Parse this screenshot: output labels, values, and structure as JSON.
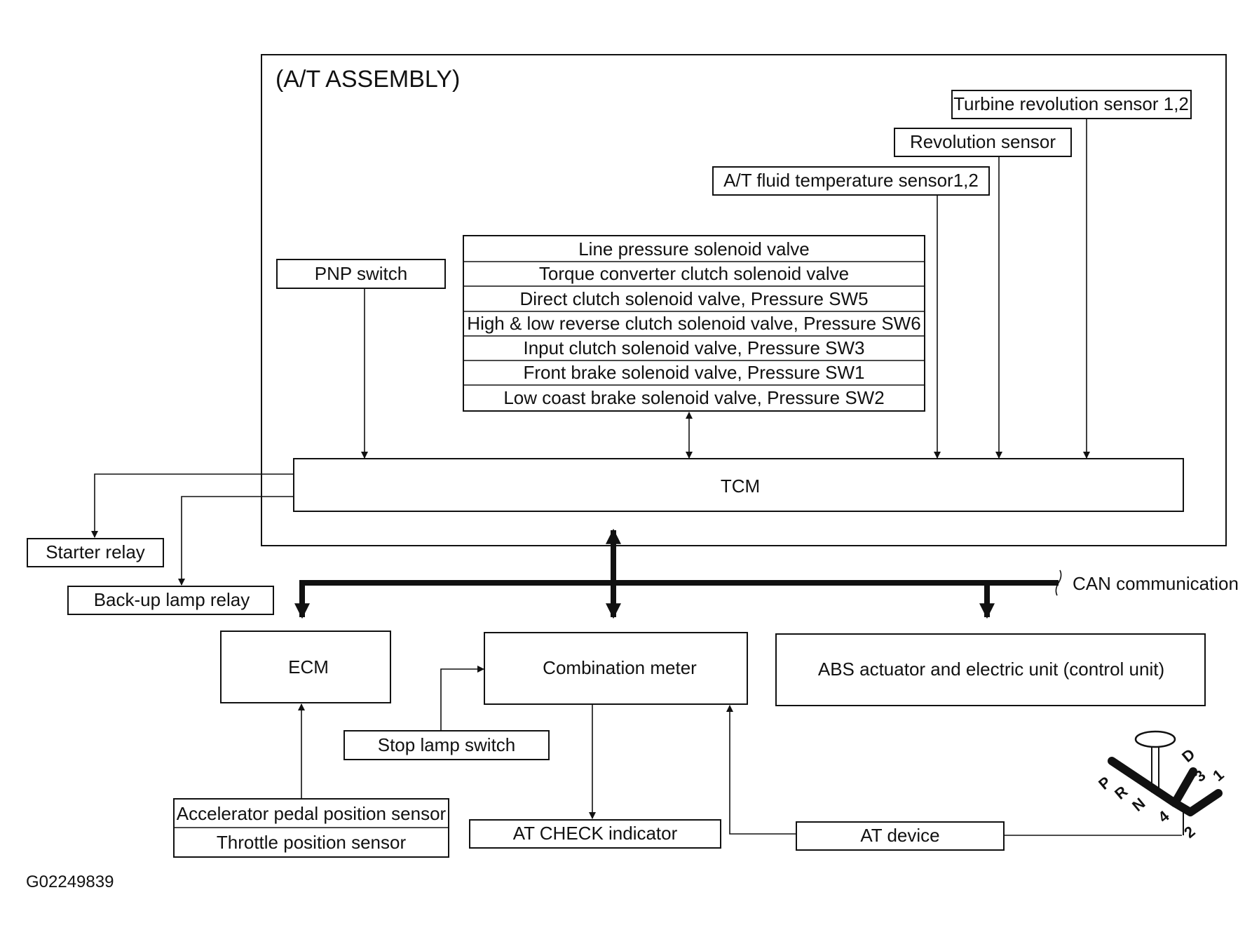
{
  "assembly": {
    "title": "(A/T ASSEMBLY)"
  },
  "sensors": {
    "turbine": "Turbine revolution sensor 1,2",
    "revolution": "Revolution sensor",
    "fluid_temp": "A/T fluid temperature sensor1,2"
  },
  "pnp_switch": "PNP switch",
  "valves": [
    "Line pressure solenoid valve",
    "Torque converter clutch solenoid valve",
    "Direct clutch solenoid valve, Pressure SW5",
    "High & low reverse clutch solenoid valve, Pressure SW6",
    "Input clutch solenoid valve, Pressure SW3",
    "Front brake solenoid valve, Pressure SW1",
    "Low coast brake solenoid valve, Pressure SW2"
  ],
  "tcm": "TCM",
  "starter_relay": "Starter relay",
  "backup_lamp_relay": "Back-up lamp relay",
  "can": "CAN communication",
  "ecm": "ECM",
  "combination_meter": "Combination meter",
  "abs_unit": "ABS actuator and electric unit (control unit)",
  "stop_lamp_switch": "Stop lamp switch",
  "accelerator_sensor": "Accelerator pedal position sensor",
  "throttle_sensor": "Throttle position sensor",
  "at_check": "AT CHECK indicator",
  "at_device": "AT device",
  "shift_positions": {
    "P": "P",
    "R": "R",
    "N": "N",
    "D": "D",
    "four": "4",
    "three": "3",
    "two": "2",
    "one": "1"
  },
  "figure_code": "G02249839"
}
